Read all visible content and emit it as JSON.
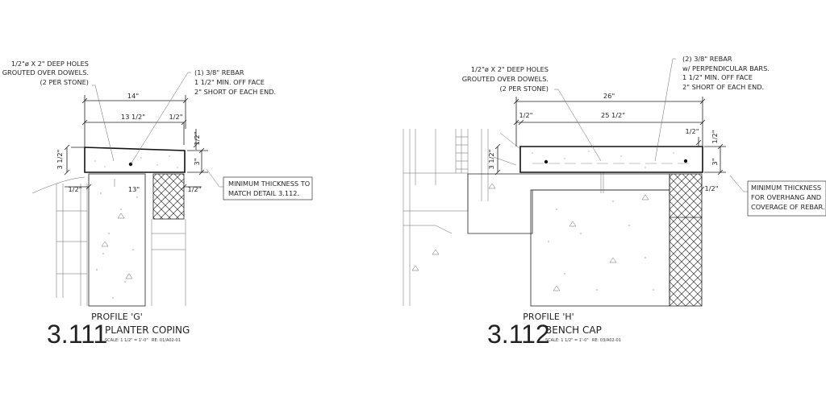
{
  "details": [
    {
      "profile": "PROFILE 'G'",
      "number": "3.111",
      "title": "PLANTER COPING",
      "scale": "SCALE:   1 1/2\" = 1'-0\"",
      "ref": "RE: 01/A02-01",
      "note_holes": [
        "1/2\"ø X 2\" DEEP HOLES",
        "GROUTED OVER DOWELS.",
        "(2 PER STONE)"
      ],
      "note_rebar": [
        "(1) 3/8\" REBAR",
        "1 1/2\" MIN. OFF FACE",
        "2\" SHORT OF EACH END."
      ],
      "note_box": [
        "MINIMUM THICKNESS TO",
        "MATCH DETAIL 3.112."
      ],
      "dims": {
        "overall": "14\"",
        "inner": "13 1/2\"",
        "top_right": "1/2\"",
        "side_top": "1/2\"",
        "height": "3 1/2\"",
        "thickness": "3\"",
        "left_gap": "1/2\"",
        "base": "13\"",
        "right_gap": "1/2\""
      }
    },
    {
      "profile": "PROFILE 'H'",
      "number": "3.112",
      "title": "BENCH CAP",
      "scale": "SCALE:   1 1/2\" = 1'-0\"",
      "ref": "RE: 03/A02-01",
      "note_holes": [
        "1/2\"ø X 2\" DEEP HOLES",
        "GROUTED OVER DOWELS.",
        "(2 PER STONE)"
      ],
      "note_rebar": [
        "(2) 3/8\" REBAR",
        "w/ PERPENDICULAR BARS.",
        "1 1/2\" MIN. OFF FACE",
        "2\" SHORT OF EACH END."
      ],
      "note_box": [
        "MINIMUM THICKNESS",
        "FOR OVERHANG AND",
        "COVERAGE OF REBAR."
      ],
      "dims": {
        "overall": "26\"",
        "inner": "25 1/2\"",
        "top_left": "1/2\"",
        "right_offset": "1/2\"",
        "side_top": "1/2\"",
        "height": "3 1/2\"",
        "thickness": "3\"",
        "bottom_right": "1/2\""
      }
    }
  ]
}
